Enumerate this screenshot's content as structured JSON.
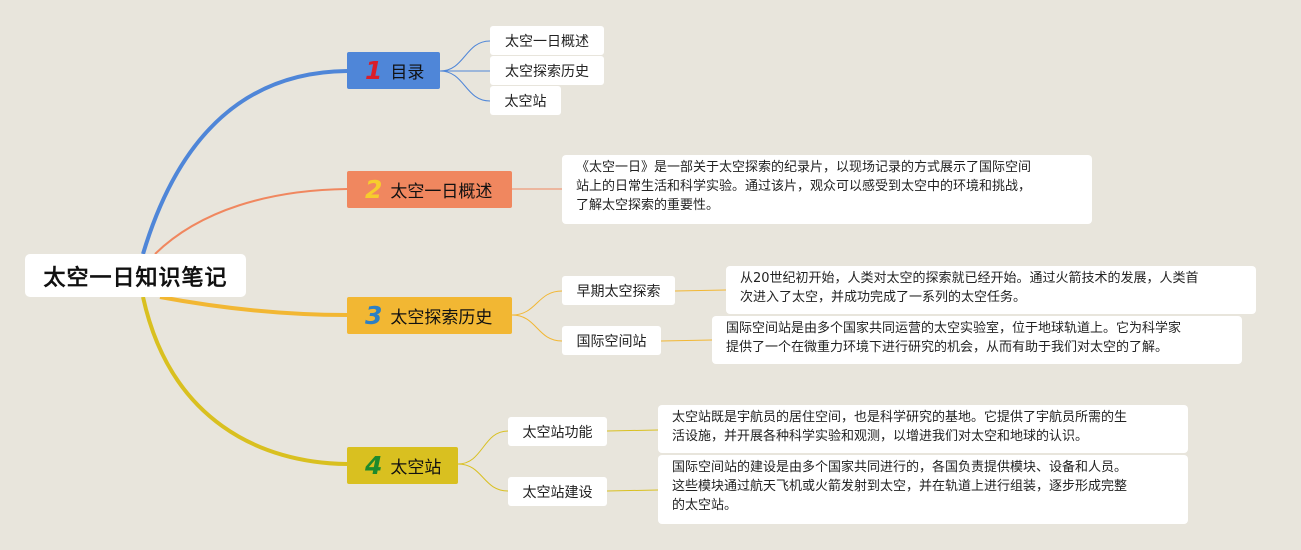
{
  "root": {
    "title": "太空一日知识笔记"
  },
  "branches": [
    {
      "num": "1",
      "label": "目录",
      "children": [
        {
          "label": "太空一日概述"
        },
        {
          "label": "太空探索历史"
        },
        {
          "label": "太空站"
        }
      ]
    },
    {
      "num": "2",
      "label": "太空一日概述",
      "text": "《太空一日》是一部关于太空探索的纪录片，以现场记录的方式展示了国际空间\n站上的日常生活和科学实验。通过该片，观众可以感受到太空中的环境和挑战，\n了解太空探索的重要性。"
    },
    {
      "num": "3",
      "label": "太空探索历史",
      "children": [
        {
          "label": "早期太空探索",
          "text": "从20世纪初开始，人类对太空的探索就已经开始。通过火箭技术的发展，人类首\n次进入了太空，并成功完成了一系列的太空任务。"
        },
        {
          "label": "国际空间站",
          "text": "国际空间站是由多个国家共同运营的太空实验室，位于地球轨道上。它为科学家\n提供了一个在微重力环境下进行研究的机会，从而有助于我们对太空的了解。"
        }
      ]
    },
    {
      "num": "4",
      "label": "太空站",
      "children": [
        {
          "label": "太空站功能",
          "text": "太空站既是宇航员的居住空间，也是科学研究的基地。它提供了宇航员所需的生\n活设施，并开展各种科学实验和观测，以增进我们对太空和地球的认识。"
        },
        {
          "label": "太空站建设",
          "text": "国际空间站的建设是由多个国家共同进行的，各国负责提供模块、设备和人员。\n这些模块通过航天飞机或火箭发射到太空，并在轨道上进行组装，逐步形成完整\n的太空站。"
        }
      ]
    }
  ],
  "colors": {
    "background": "#e8e5dc",
    "branch1": "#4f86d8",
    "branch2": "#f0875f",
    "branch3": "#f2b733",
    "branch4": "#d9c020"
  }
}
